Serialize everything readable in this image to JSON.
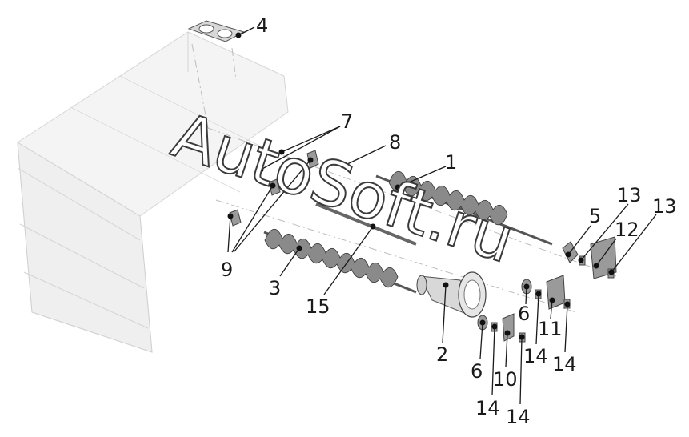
{
  "watermark": "AutoSoft.ru",
  "callouts": [
    {
      "id": "c4",
      "text": "4"
    },
    {
      "id": "c7",
      "text": "7"
    },
    {
      "id": "c8",
      "text": "8"
    },
    {
      "id": "c1",
      "text": "1"
    },
    {
      "id": "c13a",
      "text": "13"
    },
    {
      "id": "c5",
      "text": "5"
    },
    {
      "id": "c12",
      "text": "12"
    },
    {
      "id": "c13b",
      "text": "13"
    },
    {
      "id": "c9",
      "text": "9"
    },
    {
      "id": "c3",
      "text": "3"
    },
    {
      "id": "c15",
      "text": "15"
    },
    {
      "id": "c6a",
      "text": "6"
    },
    {
      "id": "c11",
      "text": "11"
    },
    {
      "id": "c2",
      "text": "2"
    },
    {
      "id": "c6b",
      "text": "6"
    },
    {
      "id": "c14a",
      "text": "14"
    },
    {
      "id": "c14b",
      "text": "14"
    },
    {
      "id": "c10",
      "text": "10"
    },
    {
      "id": "c14c",
      "text": "14"
    },
    {
      "id": "c14d",
      "text": "14"
    }
  ]
}
